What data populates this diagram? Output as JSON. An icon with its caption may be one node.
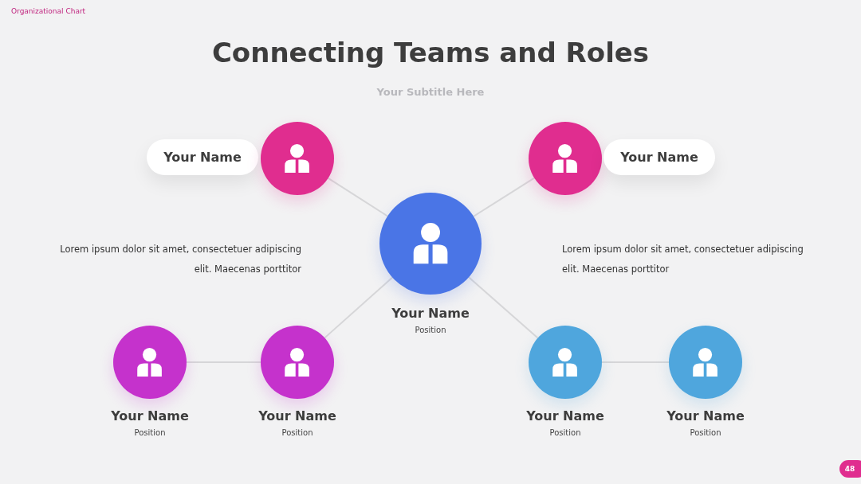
{
  "diagram": {
    "title": "Connecting Teams and Roles",
    "nodes": [
      {
        "text": [
          "Your Name"
        ]
      },
      {
        "text": [],
        "shape": "circle"
      },
      {
        "text": [],
        "shape": "circle"
      },
      {
        "text": [
          "Your Name"
        ]
      },
      {
        "text": [
          "Your Name",
          "Position"
        ]
      },
      {
        "text": [
          "Your Name",
          "Position"
        ]
      },
      {
        "text": [
          "Your Name",
          "Position"
        ]
      },
      {
        "text": [
          "Your Name",
          "Position"
        ]
      },
      {
        "text": [
          "Your Name",
          "Position"
        ]
      }
    ],
    "edges": [
      {
        "from": 1,
        "to": 4,
        "arrow": "none"
      },
      {
        "from": 2,
        "to": 4,
        "arrow": "none"
      },
      {
        "from": 6,
        "to": 4,
        "arrow": "none"
      },
      {
        "from": 7,
        "to": 4,
        "arrow": "none"
      },
      {
        "from": 5,
        "to": 6,
        "arrow": "none"
      },
      {
        "from": 7,
        "to": 8,
        "arrow": "none"
      }
    ],
    "labels": [
      "Organizational Chart",
      "Your Subtitle Here",
      "Lorem ipsum dolor sit amet, consectetuer adipiscing elit. Maecenas porttitor",
      "Lorem ipsum dolor sit amet, consectetuer adipiscing elit. Maecenas porttitor",
      "48"
    ]
  }
}
